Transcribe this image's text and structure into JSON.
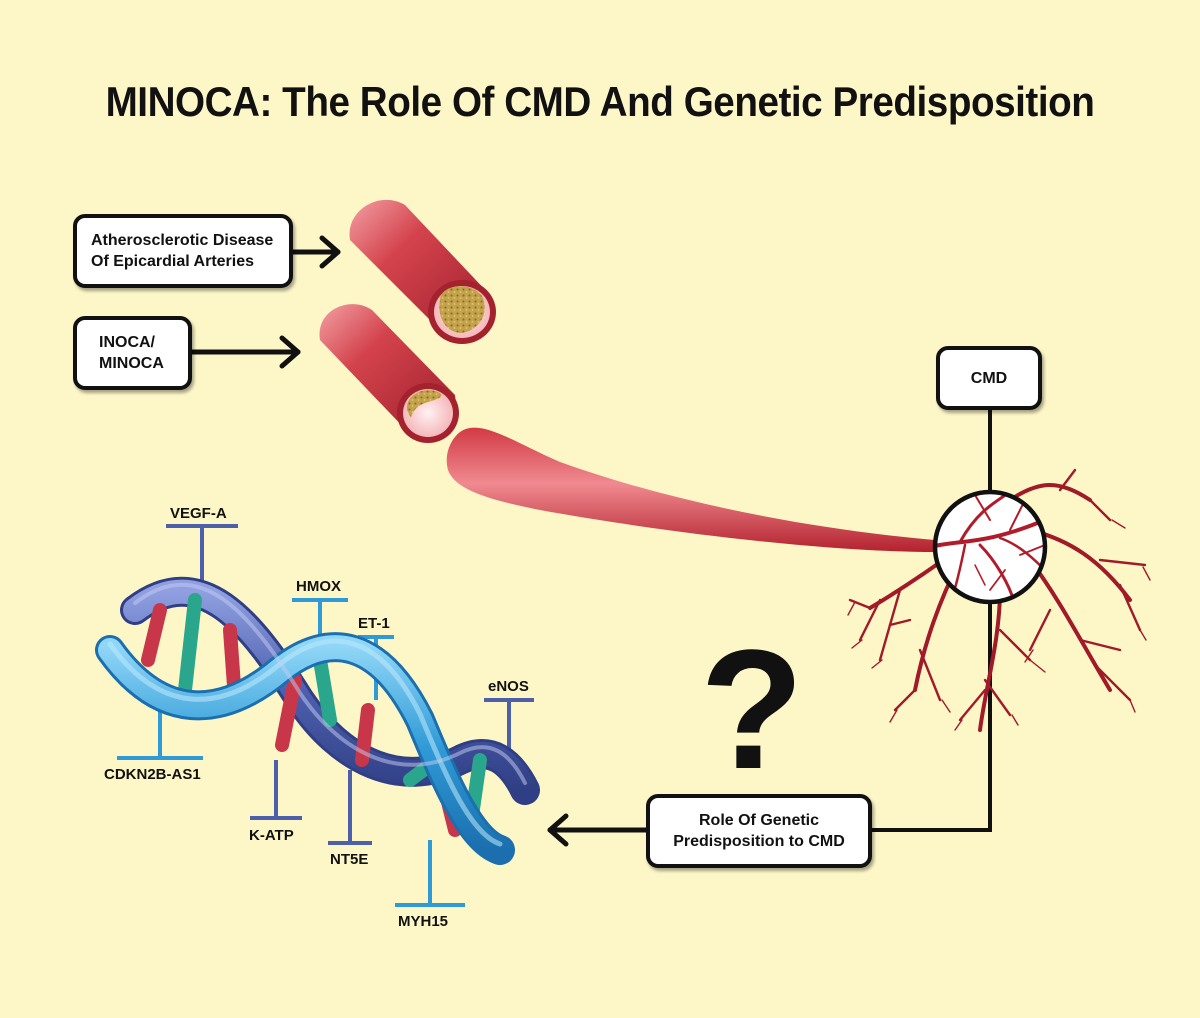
{
  "title": "MINOCA: The Role Of CMD And Genetic Predisposition",
  "boxes": {
    "atherosclerotic": {
      "line1": "Atherosclerotic Disease",
      "line2": "Of Epicardial Arteries"
    },
    "inoca": {
      "line1": "INOCA/",
      "line2": "MINOCA"
    },
    "cmd": {
      "label": "CMD"
    },
    "genetic": {
      "line1": "Role Of Genetic",
      "line2": "Predisposition to CMD"
    }
  },
  "question_mark": "?",
  "genes": {
    "vegfa": "VEGF-A",
    "hmox": "HMOX",
    "et1": "ET-1",
    "enos": "eNOS",
    "cdkn2b": "CDKN2B-AS1",
    "katp": "K-ATP",
    "nt5e": "NT5E",
    "myh15": "MYH15"
  },
  "colors": {
    "background": "#fdf7c8",
    "vessel": "#c83a45",
    "vessel_dark": "#8c1b26",
    "dna_blue": "#33a8e0",
    "dna_purple": "#4b5fa8",
    "plaque": "#b8993e"
  }
}
